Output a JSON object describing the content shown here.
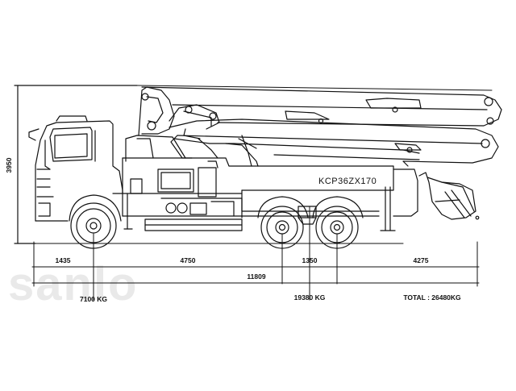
{
  "watermark": "sanlo",
  "model": "KCP36ZX170",
  "height_label": "3950",
  "dimensions": {
    "front_overhang": "1435",
    "wheelbase_front": "4750",
    "rear_axle_spacing": "1350",
    "rear_overhang": "4275",
    "overall_length": "11809"
  },
  "axle_loads": {
    "front": "7100 KG",
    "rear": "19380 KG",
    "total": "TOTAL : 26480KG"
  }
}
